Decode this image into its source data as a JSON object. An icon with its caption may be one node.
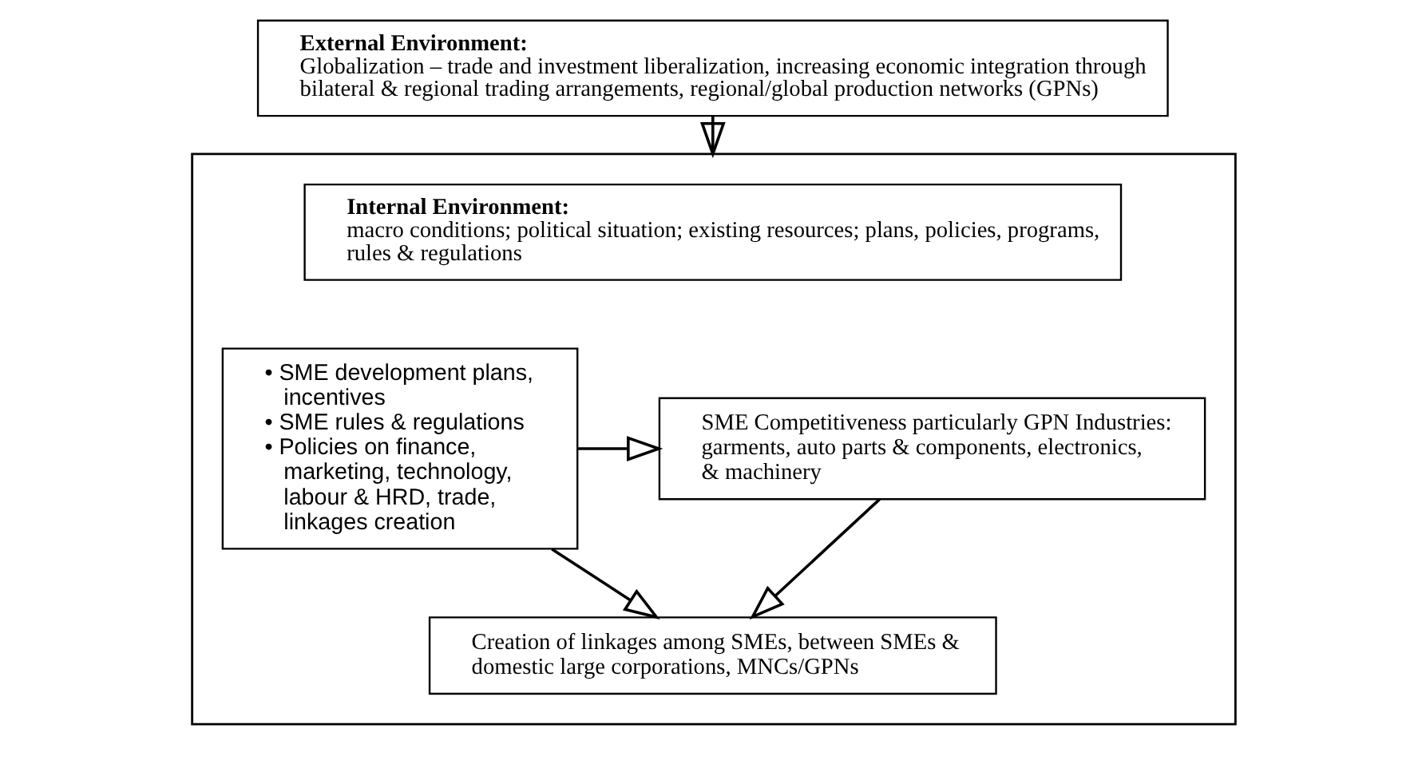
{
  "diagram": {
    "nodes": [
      {
        "text": [
          "External Environment:",
          "Globalization – trade and investment liberalization, increasing economic integration through bilateral & regional trading arrangements, regional/global production networks (GPNs)"
        ]
      },
      {
        "text": [],
        "shape": "box"
      },
      {
        "text": [
          "Internal Environment:",
          "macro conditions; political situation; existing resources; plans, policies, programs, rules & regulations"
        ],
        "in": 1
      },
      {
        "text": [
          "• SME development plans, incentives",
          "• SME rules & regulations",
          "• Policies on finance, marketing, technology, labour & HRD, trade, linkages creation"
        ],
        "in": 1
      },
      {
        "text": [
          "SME Competitiveness particularly GPN Industries: garments, auto parts & components, electronics, & machinery"
        ],
        "in": 1
      },
      {
        "text": [
          "Creation of linkages among SMEs, between SMEs & domestic large corporations, MNCs/GPNs"
        ],
        "in": 1
      }
    ],
    "edges": [
      {
        "from": 0,
        "to": 1,
        "arrow": "to"
      },
      {
        "from": 3,
        "to": 4,
        "arrow": "to"
      },
      {
        "from": 4,
        "to": 5,
        "arrow": "to"
      },
      {
        "from": 3,
        "to": 5,
        "arrow": "to"
      }
    ]
  }
}
